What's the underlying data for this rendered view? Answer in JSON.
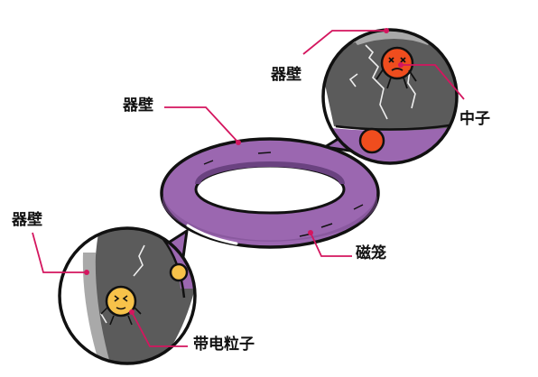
{
  "labels": {
    "wall_center": "器壁",
    "wall_top_right": "器壁",
    "neutron": "中子",
    "wall_left": "器壁",
    "magnetic_cage": "磁笼",
    "charged_particle": "带电粒子"
  },
  "colors": {
    "torus_fill": "#9b67b0",
    "torus_dark": "#6a4280",
    "wall_gray": "#5b5b5b",
    "wall_light": "#a9a9a9",
    "neutron": "#ef4d1e",
    "charged_particle": "#f7c24a",
    "leader_line": "#d4165f",
    "outline": "#111111"
  }
}
